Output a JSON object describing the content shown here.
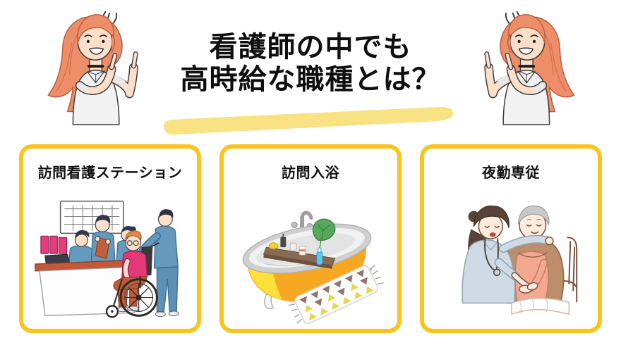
{
  "header": {
    "title_line1": "看護師の中でも",
    "title_line2": "高時給な職種とは？",
    "mascot_icon": "pointing-woman-illustration",
    "underline_icon": "yellow-brush-stroke"
  },
  "cards": [
    {
      "label": "訪問看護ステーション",
      "illustration": "nursing-station-illustration"
    },
    {
      "label": "訪問入浴",
      "illustration": "bathtub-illustration"
    },
    {
      "label": "夜勤専従",
      "illustration": "night-shift-care-illustration"
    }
  ],
  "colors": {
    "card_border": "#F9C51D",
    "brush_highlight": "#F8E283",
    "title_text": "#0E0E0E",
    "mascot_hair": "#EE8E68",
    "scrub_blue": "#6699BE",
    "patient_pink": "#E13A76",
    "patient_pants": "#C05A35",
    "tub_orange": "#F7A823",
    "tub_yellow": "#FFE03A",
    "lineart_brown": "#7B4F3C"
  }
}
